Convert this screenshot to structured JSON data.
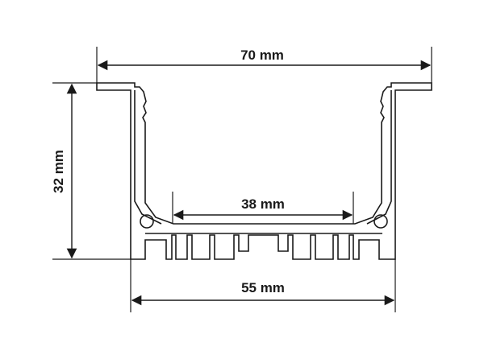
{
  "dimensions": {
    "overall_width": "70 mm",
    "inner_width": "38 mm",
    "base_width": "55 mm",
    "height": "32 mm"
  },
  "colors": {
    "line": "#1a1a1a",
    "background": "#ffffff"
  }
}
